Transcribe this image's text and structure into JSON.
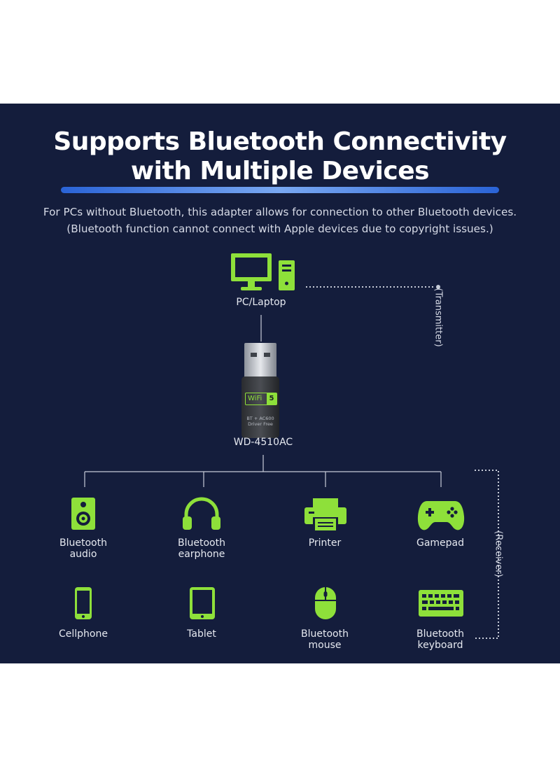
{
  "header": {
    "title_line1": "Supports Bluetooth Connectivity",
    "title_line2": "with Multiple Devices",
    "subtitle_line1": "For PCs without Bluetooth, this adapter allows for connection to other Bluetooth devices.",
    "subtitle_line2": "(Bluetooth function cannot connect with Apple devices due to copyright issues.)"
  },
  "source": {
    "label": "PC/Laptop",
    "icon": "desktop-computer-icon",
    "role": "(Transmitter)"
  },
  "adapter": {
    "model": "WD-4510AC",
    "badge_text": "WiFi",
    "badge_number": "5",
    "spec_line1": "BT + AC600",
    "spec_line2": "Driver Free"
  },
  "receiver_role": "(Receiver)",
  "devices": [
    {
      "label_line1": "Bluetooth",
      "label_line2": "audio",
      "icon": "speaker-icon"
    },
    {
      "label_line1": "Bluetooth",
      "label_line2": "earphone",
      "icon": "headphones-icon"
    },
    {
      "label_line1": "Printer",
      "label_line2": "",
      "icon": "printer-icon"
    },
    {
      "label_line1": "Gamepad",
      "label_line2": "",
      "icon": "gamepad-icon"
    },
    {
      "label_line1": "Cellphone",
      "label_line2": "",
      "icon": "cellphone-icon"
    },
    {
      "label_line1": "Tablet",
      "label_line2": "",
      "icon": "tablet-icon"
    },
    {
      "label_line1": "Bluetooth",
      "label_line2": "mouse",
      "icon": "mouse-icon"
    },
    {
      "label_line1": "Bluetooth",
      "label_line2": "keyboard",
      "icon": "keyboard-icon"
    }
  ],
  "colors": {
    "background": "#141d3c",
    "accent_green": "#8ee03a",
    "title_bar_blue": "#3b7be0",
    "text": "#ffffff"
  }
}
